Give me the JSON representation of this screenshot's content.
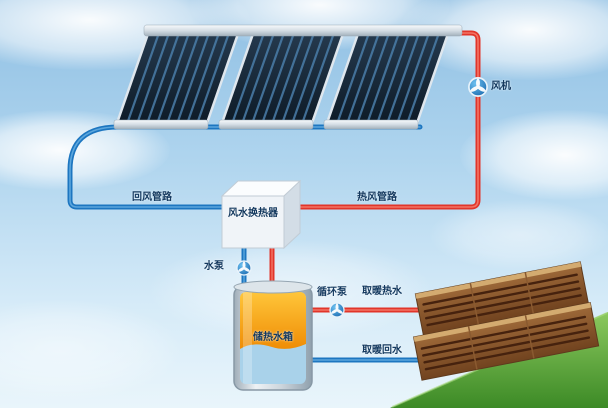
{
  "diagram": {
    "labels": {
      "fan": "风机",
      "return_air_pipe": "回风管路",
      "heat_exchanger": "风水换热器",
      "hot_air_pipe": "热风管路",
      "water_pump": "水泵",
      "storage_tank": "储热水箱",
      "circulation_pump": "循环泵",
      "heating_supply": "取暖热水",
      "heating_return": "取暖回水"
    },
    "colors": {
      "hot_pipe_red": "#e1352a",
      "cold_pipe_blue": "#1d76c0",
      "sky_blue": "#8fbfe3",
      "grass_green": "#3e8f28",
      "collector_dark": "#17293a",
      "tank_hot_orange": "#f5a21c",
      "tank_cold_blue": "#a9d2ea",
      "pump_blue": "#1160a8"
    }
  }
}
